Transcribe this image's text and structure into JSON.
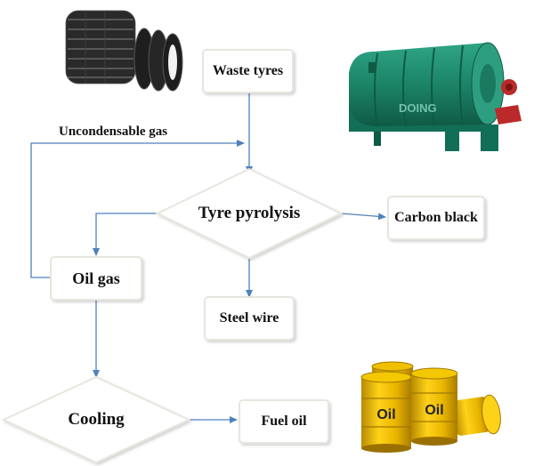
{
  "nodes": {
    "waste_tyres": "Waste tyres",
    "tyre_pyrolysis": "Tyre pyrolysis",
    "carbon_black": "Carbon black",
    "oil_gas": "Oil gas",
    "steel_wire": "Steel wire",
    "cooling": "Cooling",
    "fuel_oil": "Fuel oil"
  },
  "edges": {
    "uncondensable_gas": "Uncondensable gas"
  },
  "illustrations": {
    "machine_brand": "DOING",
    "barrel_label": "Oil"
  },
  "colors": {
    "arrow": "#4f81bd",
    "node_border": "#e6e6df",
    "reactor": "#1f8a6e",
    "barrel": "#e0b400",
    "tyre": "#2a2a2a"
  }
}
